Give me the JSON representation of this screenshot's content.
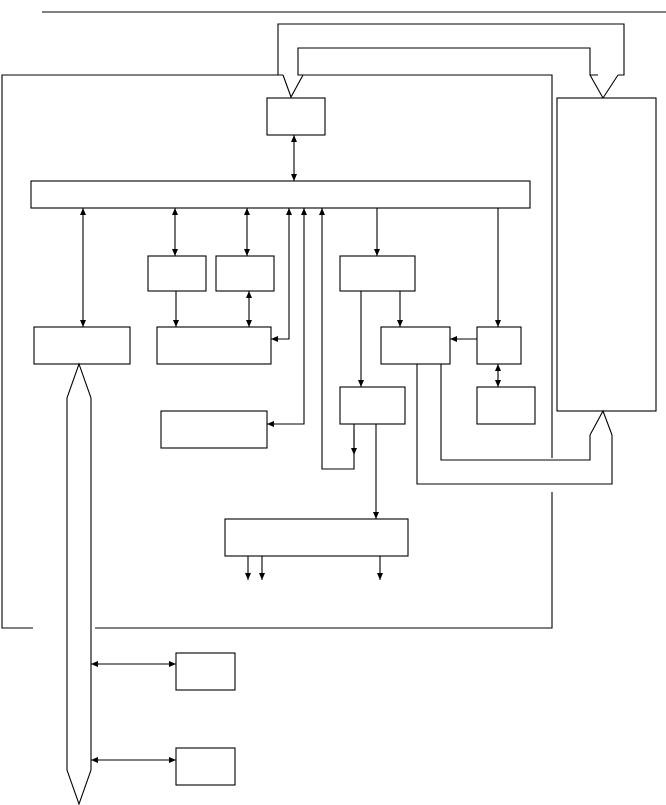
{
  "diagram": {
    "colors": {
      "stroke": "#000000",
      "background": "#ffffff"
    },
    "blocks": [
      {
        "id": "top-interface-block",
        "label": ""
      },
      {
        "id": "internal-bus",
        "label": ""
      },
      {
        "id": "small-block-a",
        "label": ""
      },
      {
        "id": "small-block-b",
        "label": ""
      },
      {
        "id": "left-interface-block",
        "label": ""
      },
      {
        "id": "wide-block",
        "label": ""
      },
      {
        "id": "lower-left-block",
        "label": ""
      },
      {
        "id": "control-block",
        "label": ""
      },
      {
        "id": "center-right-block",
        "label": ""
      },
      {
        "id": "small-right-block",
        "label": ""
      },
      {
        "id": "below-right-block",
        "label": ""
      },
      {
        "id": "middle-block",
        "label": ""
      },
      {
        "id": "bottom-output-block",
        "label": ""
      },
      {
        "id": "external-tall-block",
        "label": ""
      },
      {
        "id": "external-block-1",
        "label": ""
      },
      {
        "id": "external-block-2",
        "label": ""
      }
    ],
    "buses": [
      {
        "id": "top-bus",
        "label": ""
      },
      {
        "id": "left-vertical-bus",
        "label": ""
      },
      {
        "id": "right-connector-bus",
        "label": ""
      }
    ]
  }
}
